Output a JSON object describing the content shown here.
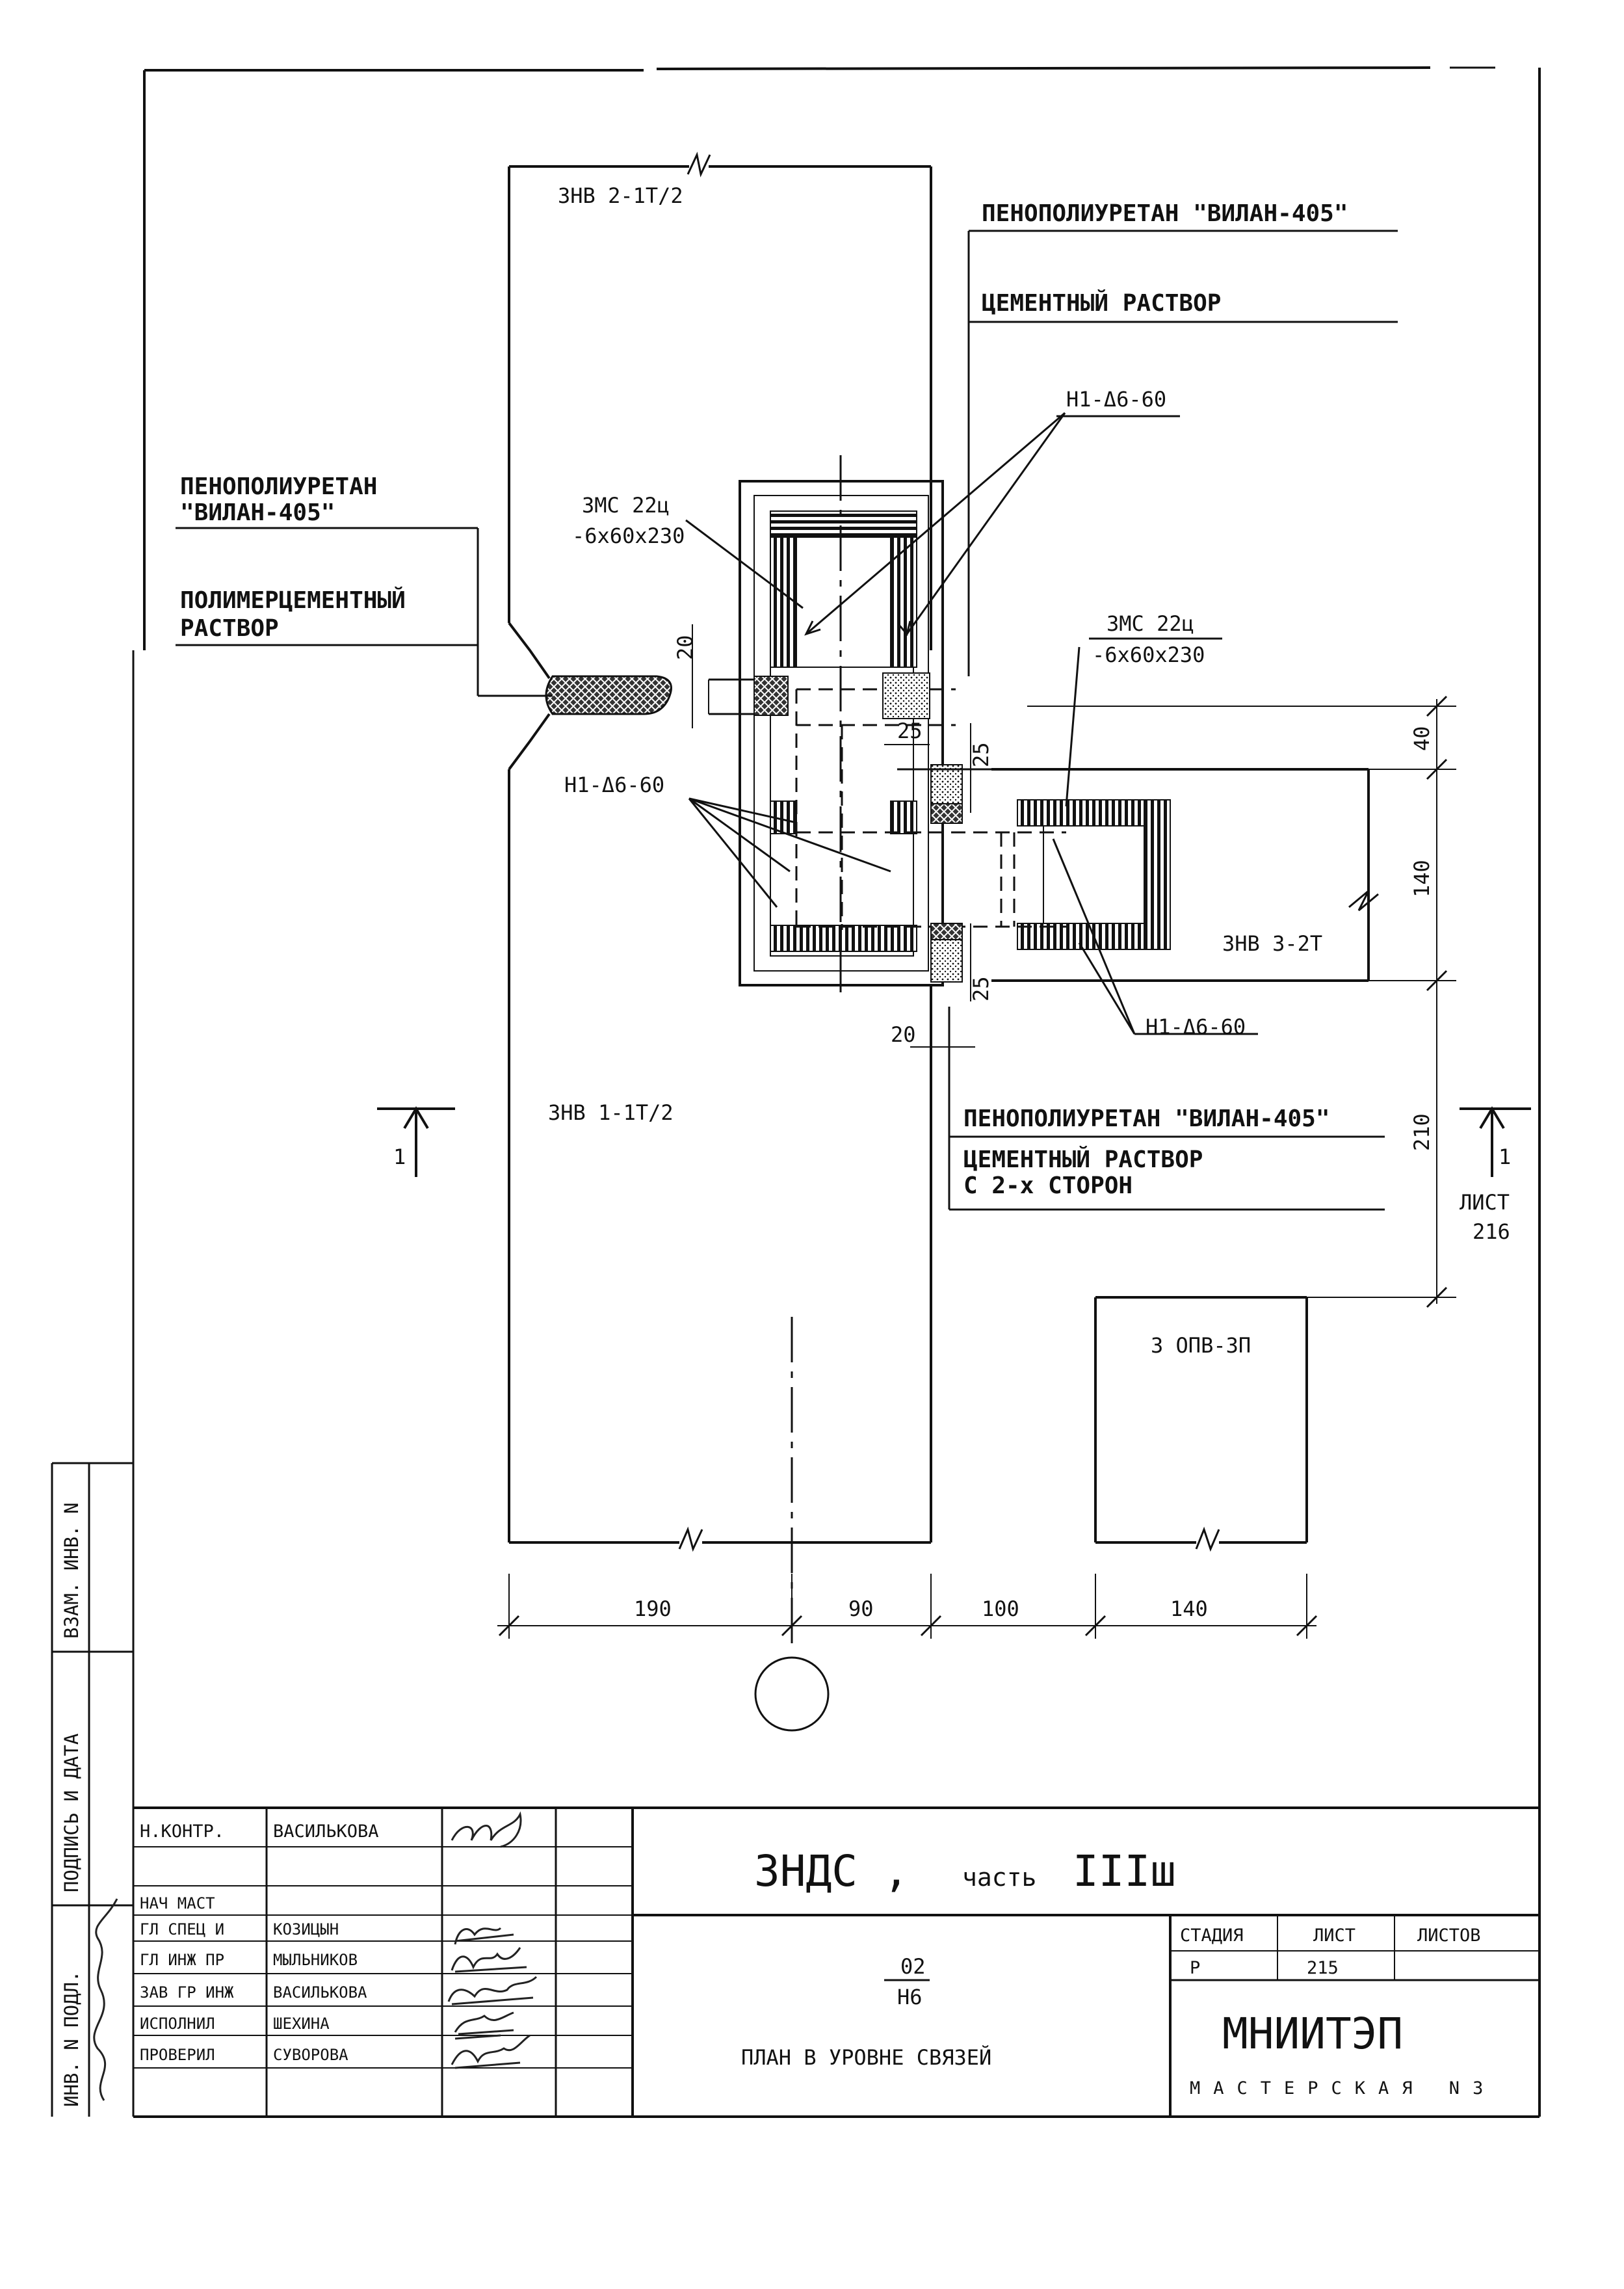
{
  "drawing": {
    "elements": {
      "panel_top": "ЗНВ 2-1Т/2",
      "panel_left": "ЗНВ 1-1Т/2",
      "panel_right": "ЗНВ 3-2Т",
      "opening": "3 ОПВ-3П"
    },
    "callouts": {
      "foam_top": "ПЕНОПОЛИУРЕТАН \"ВИЛАН-405\"",
      "cement_top": "ЦЕМЕНТНЫЙ РАСТВОР",
      "foam_left_1": "ПЕНОПОЛИУРЕТАН",
      "foam_left_2": "\"ВИЛАН-405\"",
      "polymer_1": "ПОЛИМЕРЦЕМЕНТНЫЙ",
      "polymer_2": "РАСТВОР",
      "embed_1_name": "ЗМС 22ц",
      "embed_1_size": "-6x60x230",
      "embed_2_name": "ЗМС 22ц",
      "embed_2_size": "-6x60x230",
      "anchor_top": "Н1-Δ6-60",
      "anchor_left": "Н1-Δ6-60",
      "anchor_right": "Н1-Δ6-60",
      "foam_bottom": "ПЕНОПОЛИУРЕТАН \"ВИЛАН-405\"",
      "cement_bottom_1": "ЦЕМЕНТНЫЙ РАСТВОР",
      "cement_bottom_2": "С 2-х СТОРОН"
    },
    "dimensions": {
      "gap_20_top": "20",
      "gap_25_left": "25",
      "gap_25_top": "25",
      "gap_25_bottom": "25",
      "gap_20_bottom": "20",
      "v40": "40",
      "v140": "140",
      "v210": "210",
      "h190": "190",
      "h90": "90",
      "h100": "100",
      "h140": "140"
    },
    "section": {
      "left_mark": "1",
      "right_mark": "1",
      "sheet_ref_1": "ЛИСТ",
      "sheet_ref_2": "216"
    }
  },
  "side_labels": {
    "replacement": "ВЗАМ. ИНВ. N",
    "signature_date": "ПОДПИСЬ И ДАТА",
    "original_inv": "ИНВ. N ПОДЛ."
  },
  "title_block": {
    "roles": [
      {
        "role": "Н.КОНТР.",
        "name": "ВАСИЛЬКОВА"
      },
      {
        "role": "",
        "name": ""
      },
      {
        "role": "НАЧ МАСТ",
        "name": ""
      },
      {
        "role": "ГЛ СПЕЦ И",
        "name": "КОЗИЦЫН"
      },
      {
        "role": "ГЛ ИНЖ ПР",
        "name": "МЫЛЬНИКОВ"
      },
      {
        "role": "ЗАВ ГР ИНЖ",
        "name": "ВАСИЛЬКОВА"
      },
      {
        "role": "ИСПОЛНИЛ",
        "name": "ШЕХИНА"
      },
      {
        "role": "ПРОВЕРИЛ",
        "name": "СУВОРОВА"
      }
    ],
    "series_main": "ЗНДС ,",
    "series_part": "часть",
    "series_roman": "IIIш",
    "fraction_top": "02",
    "fraction_bottom": "Н6",
    "sheet_title": "ПЛАН В УРОВНЕ СВЯЗЕЙ",
    "stage_header": "СТАДИЯ",
    "sheet_header": "ЛИСТ",
    "sheets_header": "ЛИСТОВ",
    "stage_value": "Р",
    "sheet_value": "215",
    "sheets_value": "",
    "org_name": "МНИИТЭП",
    "workshop": "МАСТЕРСКАЯ N3"
  }
}
